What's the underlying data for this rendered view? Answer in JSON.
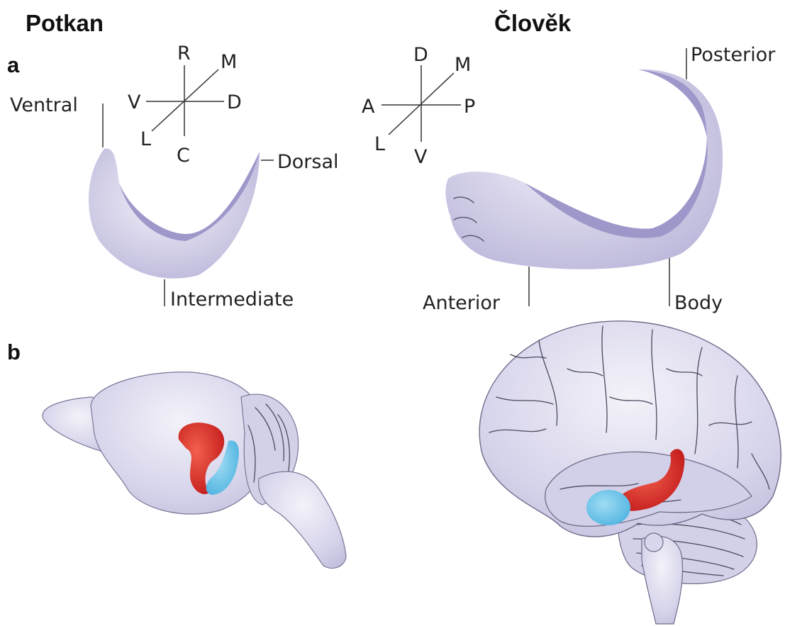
{
  "titles": {
    "rat": "Potkan",
    "human": "Člověk"
  },
  "panels": {
    "a": "a",
    "b": "b"
  },
  "rat_axes": {
    "top": "R",
    "bottom": "C",
    "left": "V",
    "right": "D",
    "diag_up": "M",
    "diag_down": "L"
  },
  "human_axes": {
    "top": "D",
    "bottom": "V",
    "left": "A",
    "right": "P",
    "diag_up": "M",
    "diag_down": "L"
  },
  "rat_labels": {
    "ventral": "Ventral",
    "dorsal": "Dorsal",
    "intermediate": "Intermediate"
  },
  "human_labels": {
    "posterior": "Posterior",
    "anterior": "Anterior",
    "body": "Body"
  },
  "colors": {
    "tissue": "#c9c6e1",
    "tissue_dark": "#9d97c9",
    "brain": "#d6d4ea",
    "hippocampus_red": "#d3251f",
    "hippocampus_blue": "#6fc3e8"
  }
}
